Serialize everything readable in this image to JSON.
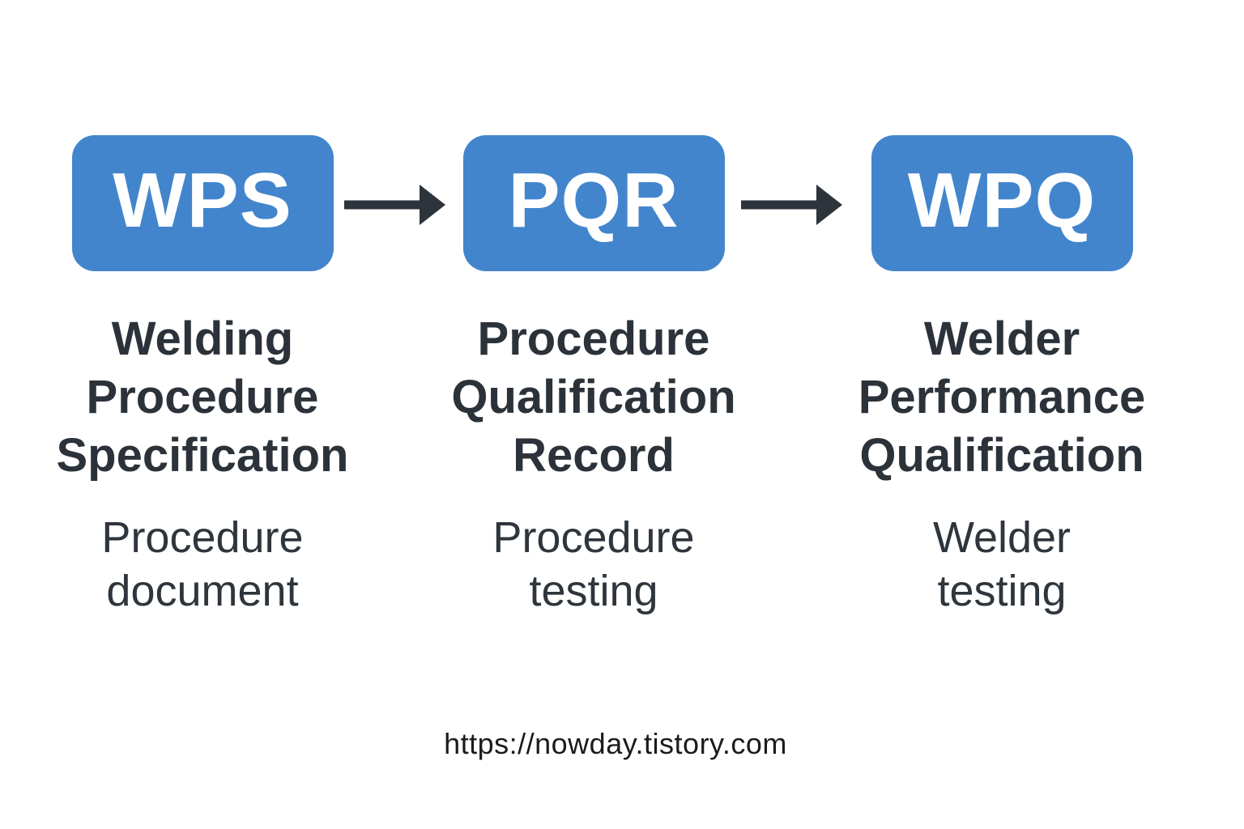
{
  "colors": {
    "accent_blue": "#4285cd",
    "badge_text": "#ffffff",
    "heading_text": "#2b323a",
    "subtitle_text": "#2e353c",
    "arrow": "#2e343b",
    "footer_text": "#1b1b1b",
    "background": "#ffffff"
  },
  "steps": [
    {
      "abbr": "WPS",
      "title_lines": [
        "Welding",
        "Procedure",
        "Specification"
      ],
      "subtitle_lines": [
        "Procedure",
        "document"
      ]
    },
    {
      "abbr": "PQR",
      "title_lines": [
        "Procedure",
        "Qualification",
        "Record"
      ],
      "subtitle_lines": [
        "Procedure",
        "testing"
      ]
    },
    {
      "abbr": "WPQ",
      "title_lines": [
        "Welder",
        "Performance",
        "Qualification"
      ],
      "subtitle_lines": [
        "Welder",
        "testing"
      ]
    }
  ],
  "footer": {
    "url": "https://nowday.tistory.com"
  }
}
